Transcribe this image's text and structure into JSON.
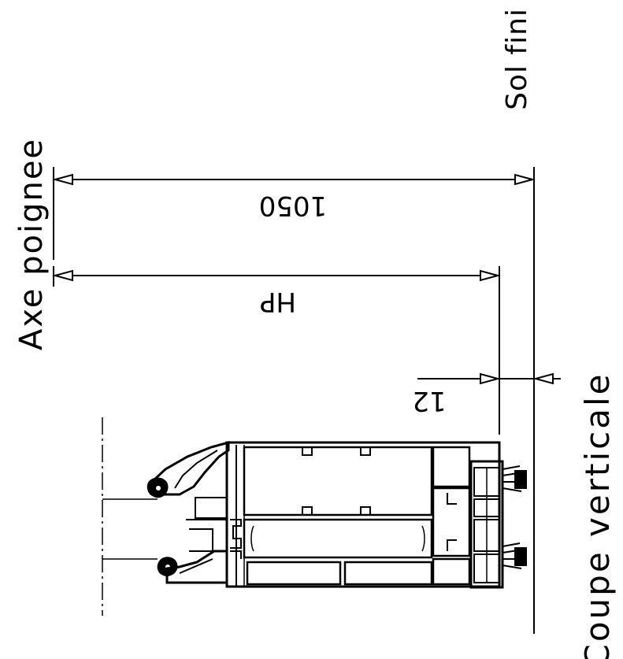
{
  "labels": {
    "axe_poignee": "Axe poignee",
    "sol_fini": "Sol fini",
    "coupe_verticale": "Coupe verticale"
  },
  "dimensions": {
    "total": "1050",
    "hp": "HP",
    "gap": "12"
  },
  "colors": {
    "ink": "#000000",
    "background": "#ffffff"
  }
}
